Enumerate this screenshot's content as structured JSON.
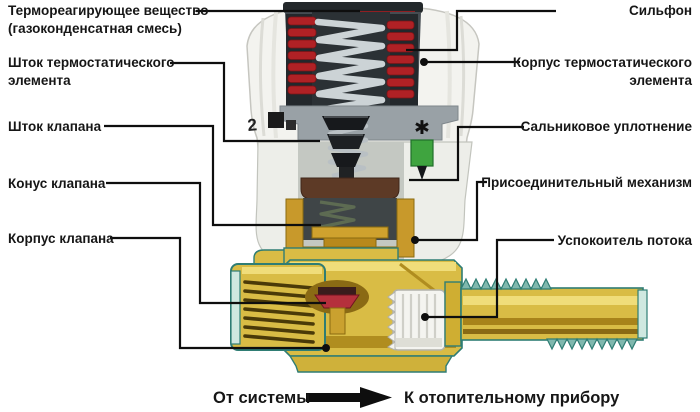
{
  "diagram": {
    "title_hint": "Thermostatic radiator valve cutaway diagram",
    "labels_left": [
      {
        "id": "thermo-substance",
        "lines": [
          "Термореагирующее вещество",
          "(газоконденсатная смесь)"
        ]
      },
      {
        "id": "thermo-stem",
        "lines": [
          "Шток термостатического",
          "элемента"
        ]
      },
      {
        "id": "valve-stem",
        "lines": [
          "Шток клапана"
        ]
      },
      {
        "id": "valve-cone",
        "lines": [
          "Конус клапана"
        ]
      },
      {
        "id": "valve-housing",
        "lines": [
          "Корпус клапана"
        ]
      }
    ],
    "labels_right": [
      {
        "id": "bellows",
        "lines": [
          "Сильфон"
        ]
      },
      {
        "id": "thermo-housing",
        "lines": [
          "Корпус термостатического",
          "элемента"
        ]
      },
      {
        "id": "gland-seal",
        "lines": [
          "Сальниковое уплотнение"
        ]
      },
      {
        "id": "connection-mechanism",
        "lines": [
          "Присоединительный механизм"
        ]
      },
      {
        "id": "flow-stabilizer",
        "lines": [
          "Успокоитель потока"
        ]
      }
    ],
    "flow": {
      "from": "От системы",
      "to": "К отопительному прибору"
    },
    "head_markings": {
      "setting_number": "2",
      "frost_symbol": "✱"
    },
    "colors": {
      "label_text": "#161616",
      "leader_line": "#0e0e0e",
      "head_white": "#f3f3ef",
      "bellows_red": "#b02125",
      "spring_silver": "#ccd3d6",
      "brass": "#d9bc45",
      "brass_dark": "#a8831a",
      "teal_edge": "#2f7d74",
      "cone_red": "#b5303c",
      "green_indicator": "#3fa43f"
    }
  }
}
